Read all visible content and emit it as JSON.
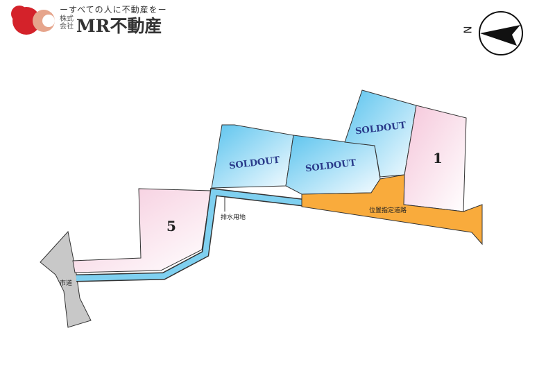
{
  "logo": {
    "tagline": "ーすべての人に不動産をー",
    "corp_type": "株式会社",
    "name": "MR不動産"
  },
  "compass": {
    "label": "N"
  },
  "lots": [
    {
      "id": "lot-5",
      "label": "5"
    },
    {
      "id": "lot-a",
      "label": "SOLDOUT"
    },
    {
      "id": "lot-b",
      "label": "SOLDOUT"
    },
    {
      "id": "lot-c",
      "label": "SOLDOUT"
    },
    {
      "id": "lot-1",
      "label": "1"
    }
  ],
  "labels": {
    "city_road": "市道",
    "drainage": "排水用地",
    "designated_road": "位置指定道路"
  },
  "colors": {
    "pink": "#f8d6e4",
    "blue": "#7fd0f0",
    "orange": "#f9ab3c",
    "gray": "#c8c8c8"
  }
}
